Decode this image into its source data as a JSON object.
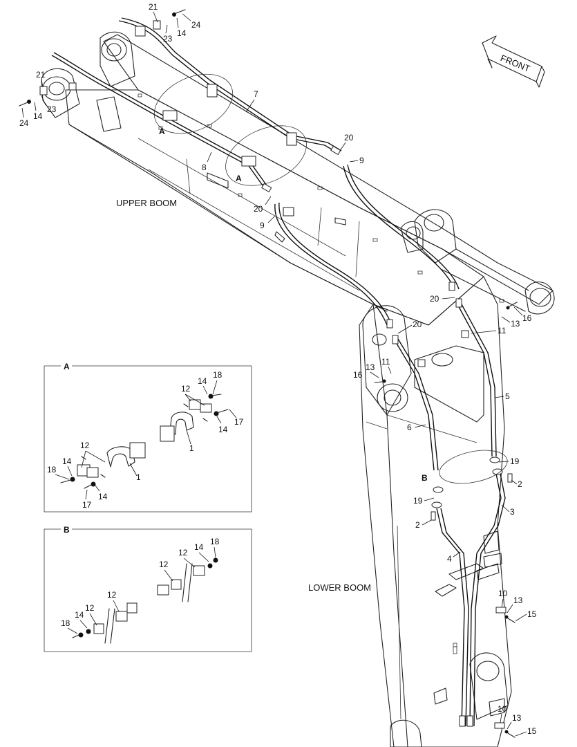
{
  "labels": {
    "upper_boom": "UPPER BOOM",
    "lower_boom": "LOWER BOOM",
    "front": "FRONT",
    "detail_a": "A",
    "detail_b": "B",
    "ref_a": "A",
    "ref_b": "B"
  },
  "callouts": {
    "c1": "1",
    "c2": "2",
    "c3": "3",
    "c4": "4",
    "c5": "5",
    "c6": "6",
    "c7": "7",
    "c8": "8",
    "c9": "9",
    "c10": "10",
    "c11": "11",
    "c12": "12",
    "c13": "13",
    "c14": "14",
    "c15": "15",
    "c16": "16",
    "c17": "17",
    "c18": "18",
    "c19": "19",
    "c20": "20",
    "c21": "21",
    "c23": "23",
    "c24": "24"
  },
  "colors": {
    "line": "#222222",
    "background": "#ffffff",
    "boom_face": "#f4f4f4"
  }
}
